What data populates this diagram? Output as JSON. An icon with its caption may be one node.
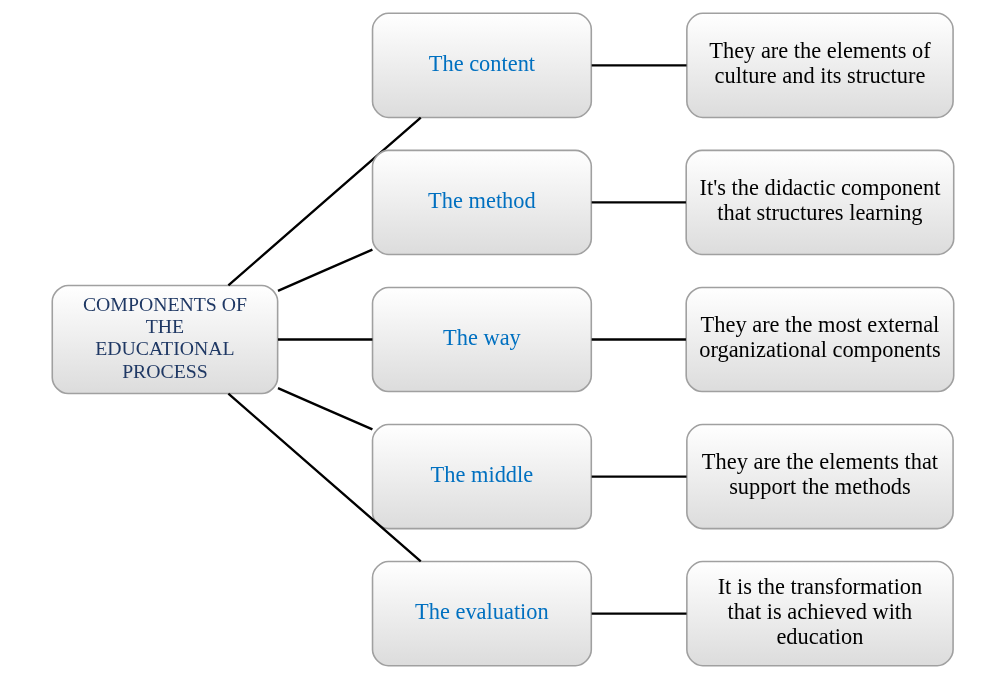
{
  "diagram": {
    "nodes": [
      {
        "text": [
          "COMPONENTS OF THE EDUCATIONAL PROCESS"
        ]
      },
      {
        "text": [
          "The content"
        ]
      },
      {
        "text": [
          "The method"
        ]
      },
      {
        "text": [
          "The way"
        ]
      },
      {
        "text": [
          "The middle"
        ]
      },
      {
        "text": [
          "The evaluation"
        ]
      },
      {
        "text": [
          "They are the elements of culture and its structure"
        ]
      },
      {
        "text": [
          "It's the didactic component that structures learning"
        ]
      },
      {
        "text": [
          "They are the most external organizational components"
        ]
      },
      {
        "text": [
          "They are the elements that support the methods"
        ]
      },
      {
        "text": [
          "It is the transformation that is achieved with education"
        ]
      }
    ],
    "edges": [
      {
        "from": 0,
        "to": 1,
        "arrow": "none"
      },
      {
        "from": 0,
        "to": 2,
        "arrow": "none"
      },
      {
        "from": 0,
        "to": 3,
        "arrow": "none"
      },
      {
        "from": 0,
        "to": 4,
        "arrow": "none"
      },
      {
        "from": 0,
        "to": 5,
        "arrow": "none"
      },
      {
        "from": 1,
        "to": 6,
        "arrow": "none"
      },
      {
        "from": 2,
        "to": 7,
        "arrow": "none"
      },
      {
        "from": 3,
        "to": 8,
        "arrow": "none"
      },
      {
        "from": 4,
        "to": 9,
        "arrow": "none"
      },
      {
        "from": 5,
        "to": 10,
        "arrow": "none"
      }
    ]
  }
}
